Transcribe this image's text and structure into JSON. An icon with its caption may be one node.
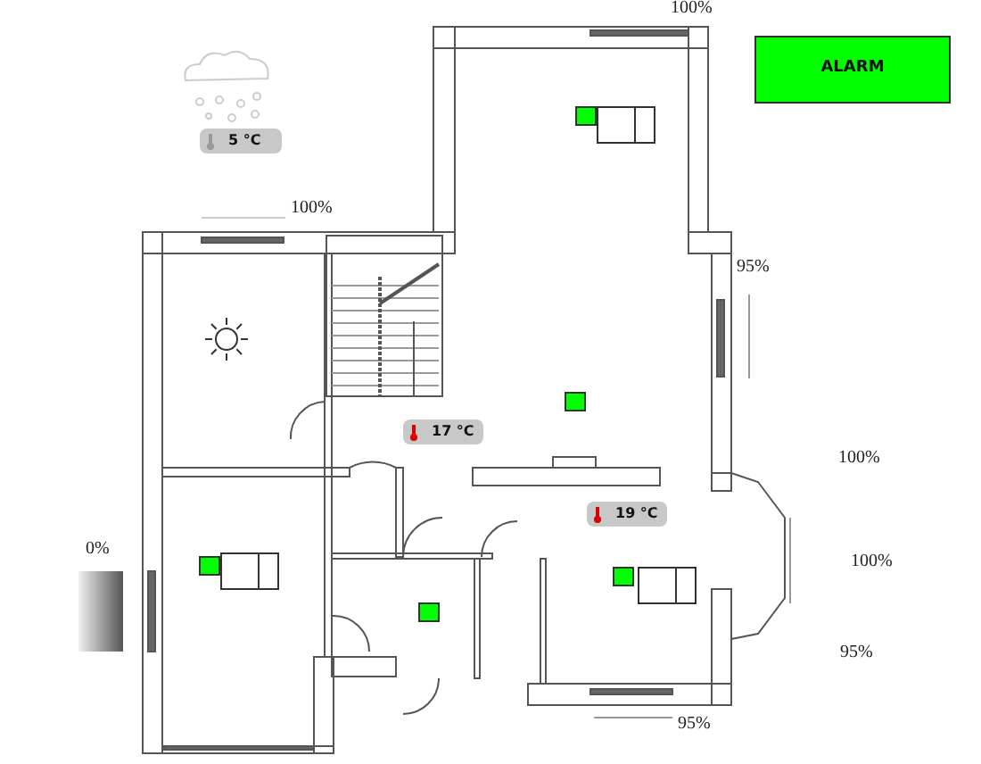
{
  "diagram": {
    "nodes": [
      {
        "text": [
          "ALARM"
        ]
      },
      {
        "text": [
          "5 °C"
        ]
      },
      {
        "text": [
          "17 °C"
        ]
      },
      {
        "text": [
          "19 °C"
        ]
      }
    ],
    "labels": [
      "100%",
      "100%",
      "95%",
      "100%",
      "0%",
      "100%",
      "95%",
      "95%"
    ]
  }
}
